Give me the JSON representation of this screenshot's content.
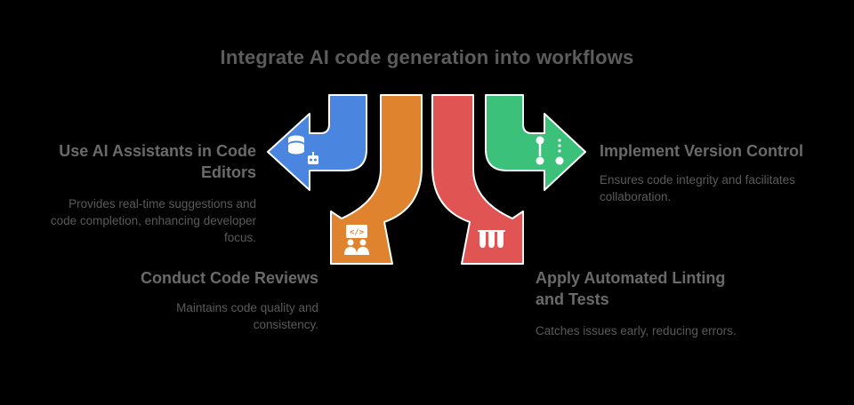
{
  "title": "Integrate AI code generation into workflows",
  "colors": {
    "background": "#000000",
    "blue": "#4a86e0",
    "orange": "#e0832e",
    "red": "#e05454",
    "green": "#3cc17a",
    "text_heading": "#6a6a6a",
    "text_body": "#5a5a5a"
  },
  "steps": [
    {
      "heading": "Use AI Assistants in Code Editors",
      "description": "Provides real-time suggestions and code completion, enhancing developer focus.",
      "color": "#4a86e0",
      "icon": "database-robot-icon"
    },
    {
      "heading": "Conduct Code Reviews",
      "description": "Maintains code quality and consistency.",
      "color": "#e0832e",
      "icon": "code-review-people-icon"
    },
    {
      "heading": "Apply Automated Linting and Tests",
      "description": "Catches issues early, reducing errors.",
      "color": "#e05454",
      "icon": "test-tubes-icon"
    },
    {
      "heading": "Implement Version Control",
      "description": "Ensures code integrity and facilitates collaboration.",
      "color": "#3cc17a",
      "icon": "git-branch-icon"
    }
  ]
}
